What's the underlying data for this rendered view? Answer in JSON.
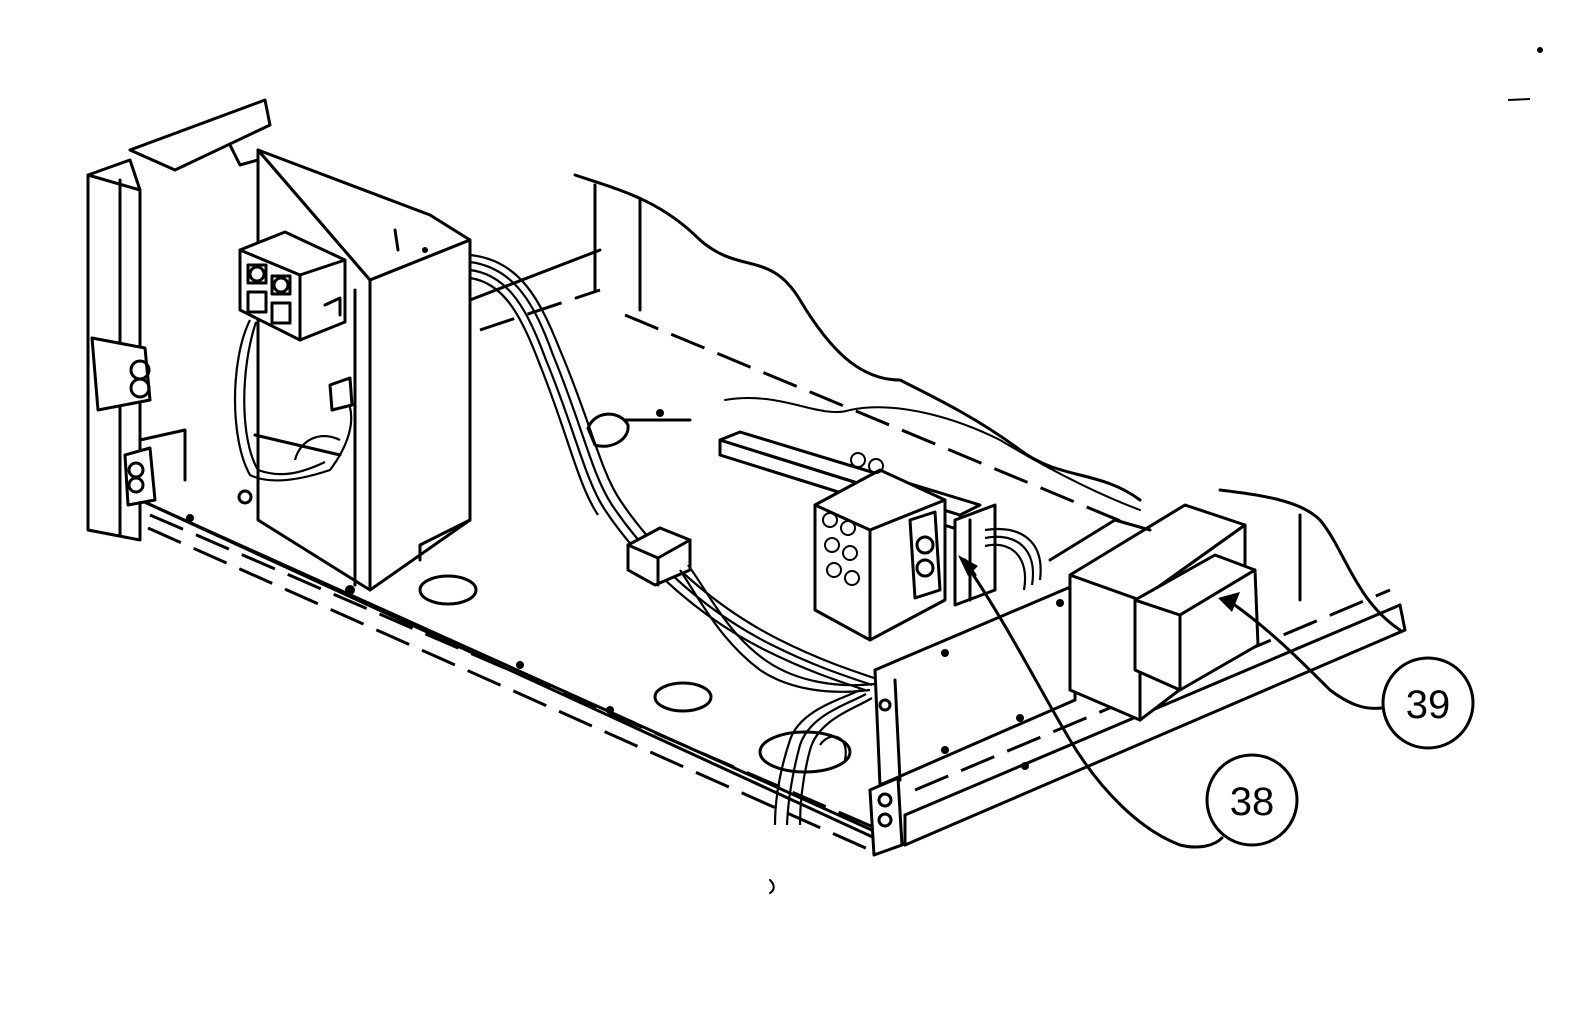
{
  "callouts": [
    {
      "id": "38",
      "label": "38"
    },
    {
      "id": "39",
      "label": "39"
    }
  ]
}
